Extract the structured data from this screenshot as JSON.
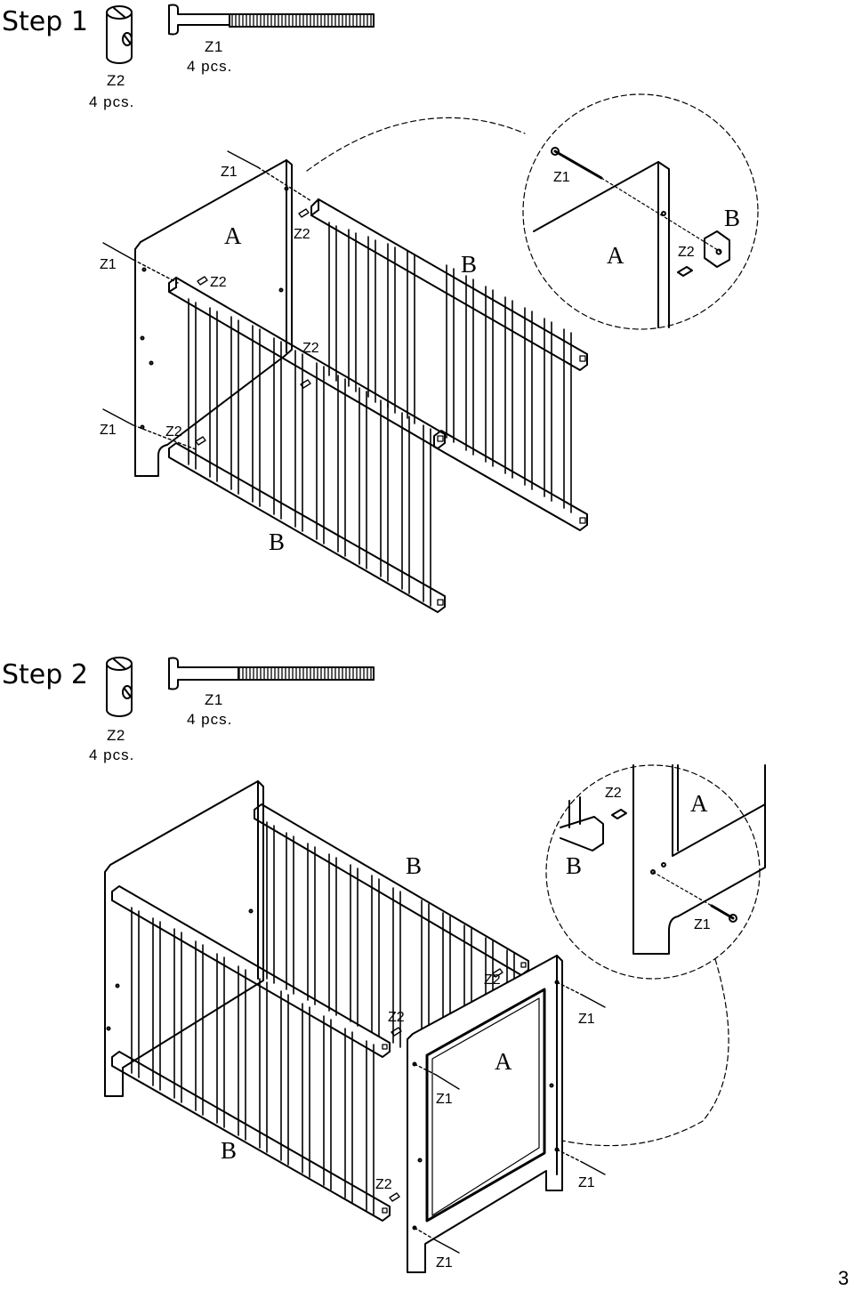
{
  "steps": [
    {
      "title": "Step 1",
      "parts": [
        {
          "code": "Z2",
          "qty": "4  pcs."
        },
        {
          "code": "Z1",
          "qty": "4  pcs."
        }
      ],
      "labels": {
        "panel_a": "A",
        "rail_back": "B",
        "rail_front": "B",
        "z1_top": "Z1",
        "z1_mid": "Z1",
        "z1_low": "Z1",
        "z2_a": "Z2",
        "z2_b": "Z2",
        "z2_c": "Z2",
        "z2_d": "Z2",
        "detail_z1": "Z1",
        "detail_z2": "Z2",
        "detail_a": "A",
        "detail_b": "B"
      }
    },
    {
      "title": "Step 2",
      "parts": [
        {
          "code": "Z2",
          "qty": "4  pcs."
        },
        {
          "code": "Z1",
          "qty": "4  pcs."
        }
      ],
      "labels": {
        "rail_back": "B",
        "rail_front": "B",
        "panel_a": "A",
        "z2_a": "Z2",
        "z2_b": "Z2",
        "z2_c": "Z2",
        "z1_a": "Z1",
        "z1_b": "Z1",
        "z1_c": "Z1",
        "z1_d": "Z1",
        "detail_z2": "Z2",
        "detail_a": "A",
        "detail_b": "B",
        "detail_z1": "Z1"
      }
    }
  ],
  "page_number": "3"
}
